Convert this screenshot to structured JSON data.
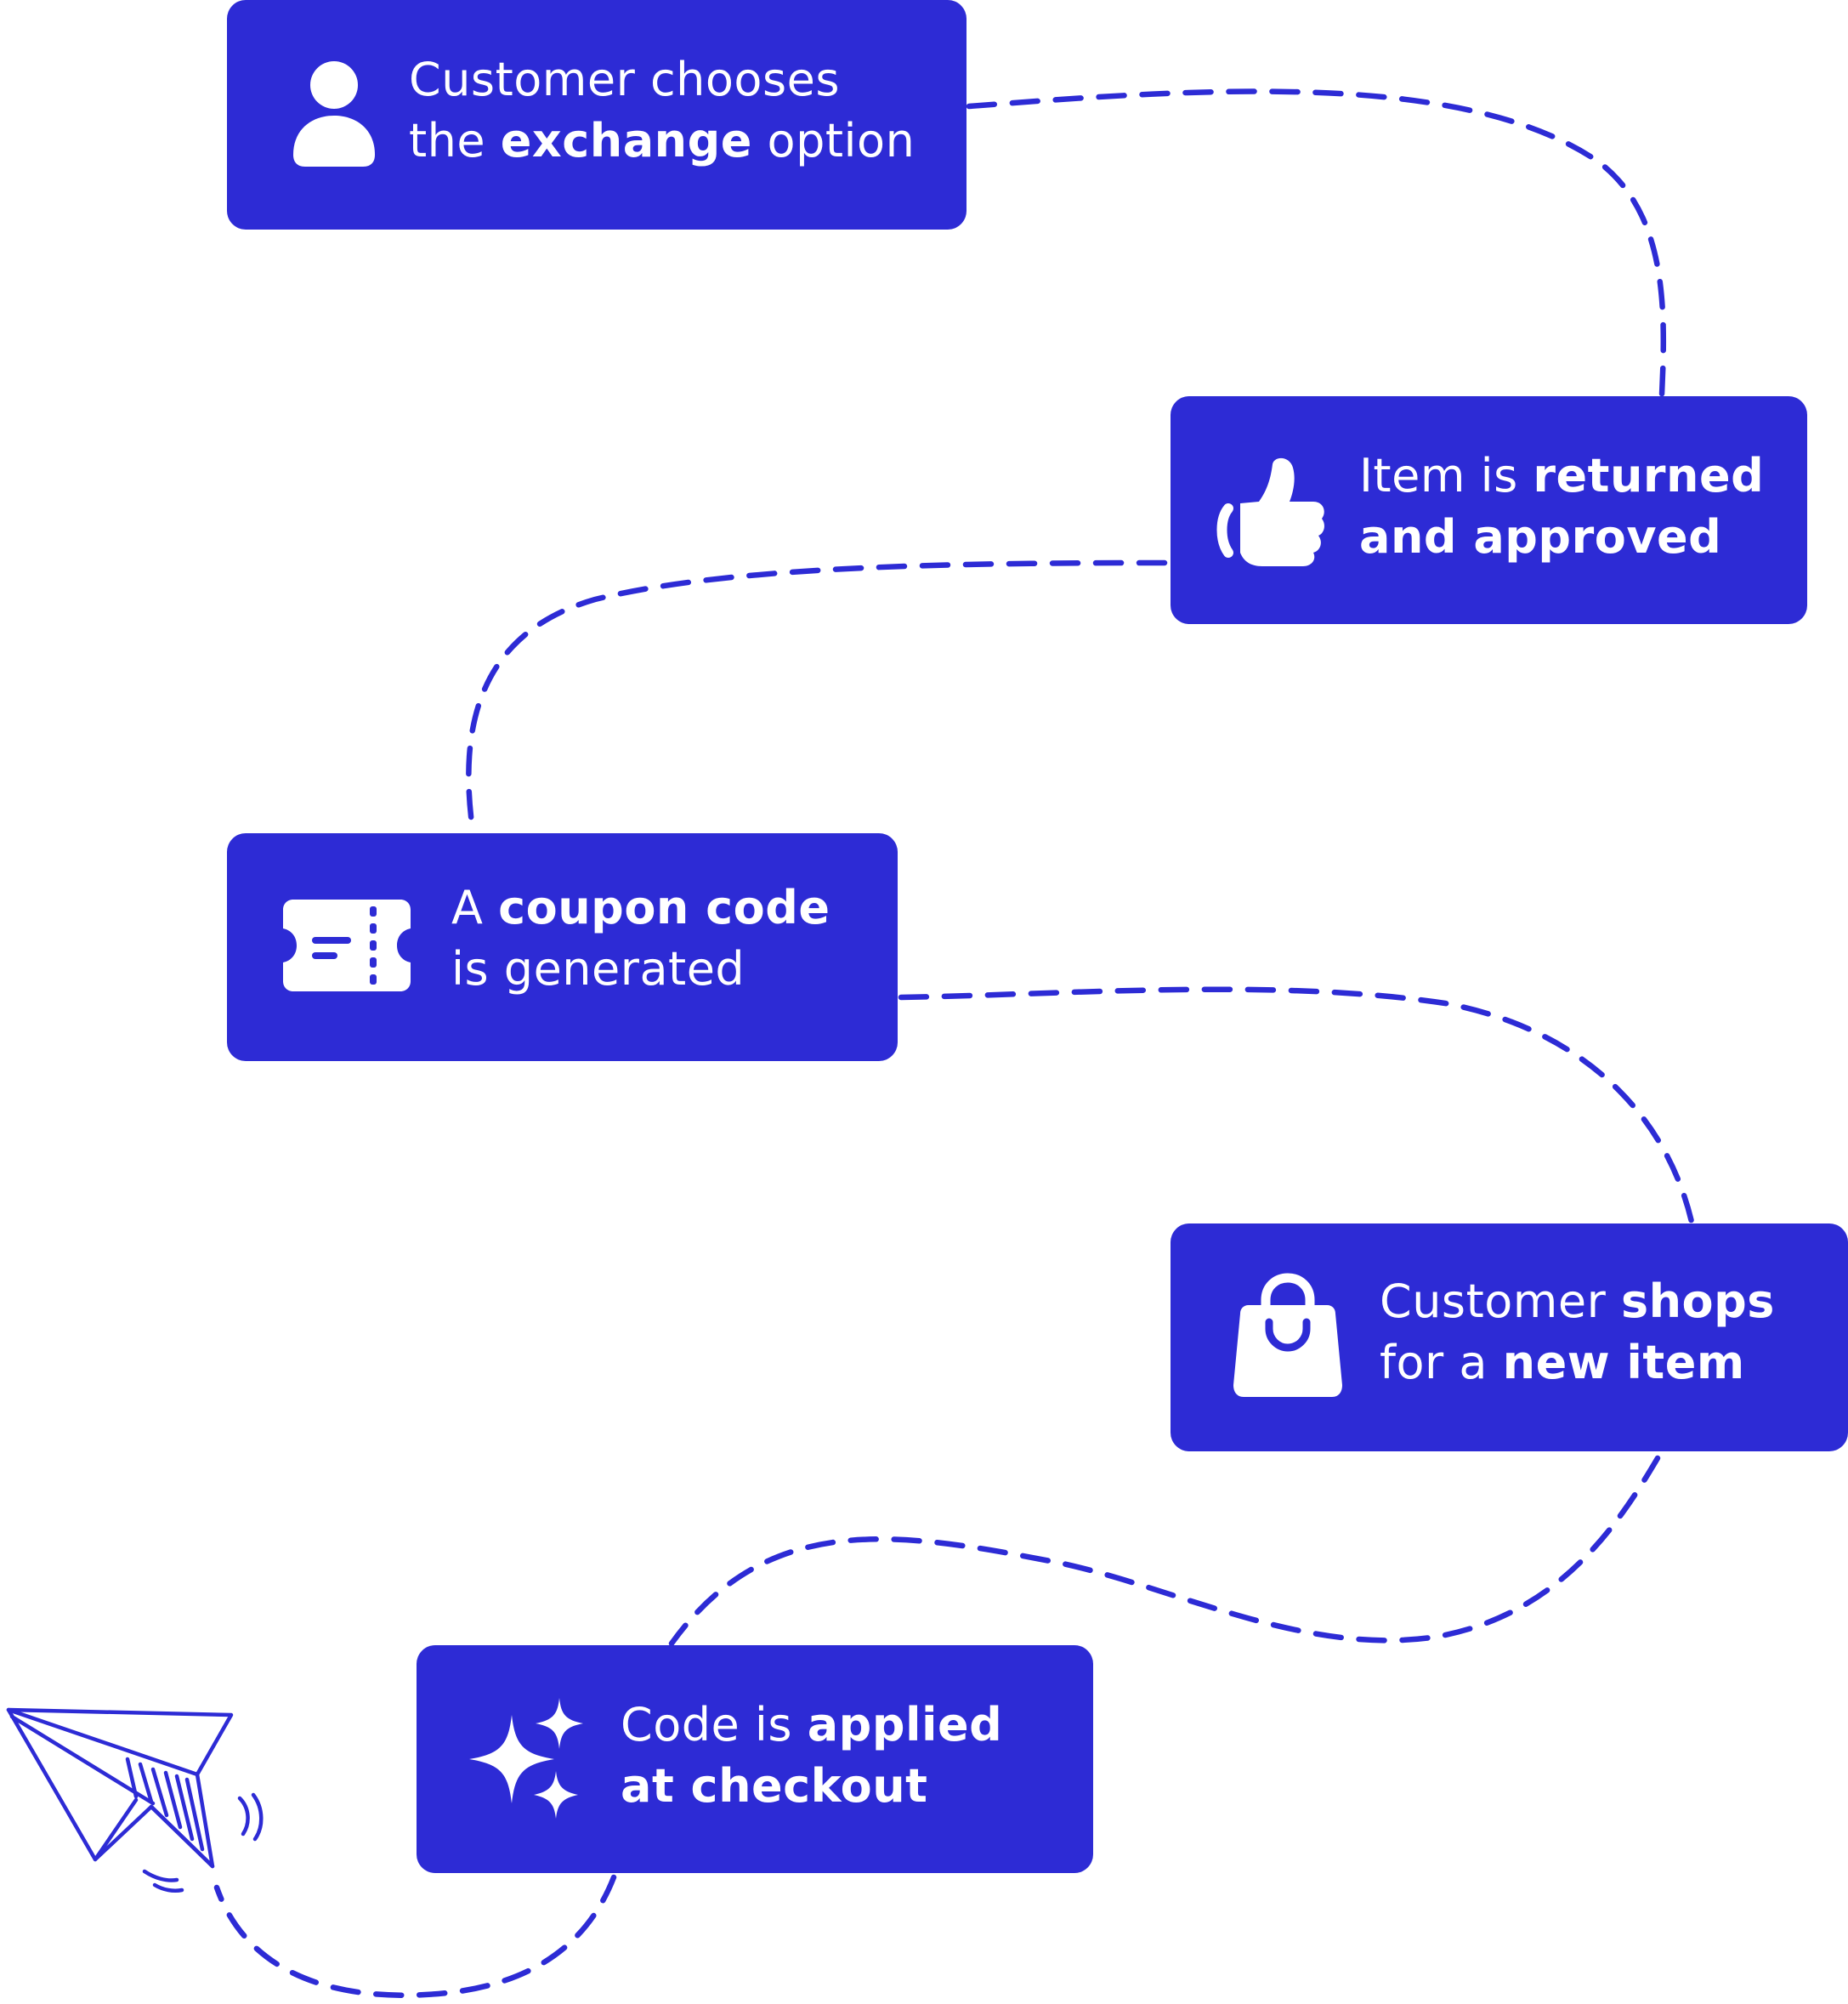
{
  "theme": {
    "accent": "#2d2bd5",
    "text_on_accent": "#ffffff",
    "background": "#ffffff"
  },
  "steps": [
    {
      "icon": "person-icon",
      "line1": [
        {
          "text": "Customer chooses",
          "bold": false
        }
      ],
      "line2": [
        {
          "text": "the ",
          "bold": false
        },
        {
          "text": "exchange",
          "bold": true
        },
        {
          "text": " option",
          "bold": false
        }
      ]
    },
    {
      "icon": "thumbs-up-icon",
      "line1": [
        {
          "text": "Item is ",
          "bold": false
        },
        {
          "text": "returned",
          "bold": true
        }
      ],
      "line2": [
        {
          "text": "and approved",
          "bold": true
        }
      ]
    },
    {
      "icon": "coupon-ticket-icon",
      "line1": [
        {
          "text": "A ",
          "bold": false
        },
        {
          "text": "coupon code",
          "bold": true
        }
      ],
      "line2": [
        {
          "text": "is generated",
          "bold": false
        }
      ]
    },
    {
      "icon": "shopping-bag-icon",
      "line1": [
        {
          "text": "Customer ",
          "bold": false
        },
        {
          "text": "shops",
          "bold": true
        }
      ],
      "line2": [
        {
          "text": "for a ",
          "bold": false
        },
        {
          "text": "new item",
          "bold": true
        }
      ]
    },
    {
      "icon": "sparkles-icon",
      "line1": [
        {
          "text": "Code is ",
          "bold": false
        },
        {
          "text": "applied",
          "bold": true
        }
      ],
      "line2": [
        {
          "text": "at checkout",
          "bold": true
        }
      ]
    }
  ],
  "decoration": {
    "icon": "paper-plane-icon"
  }
}
